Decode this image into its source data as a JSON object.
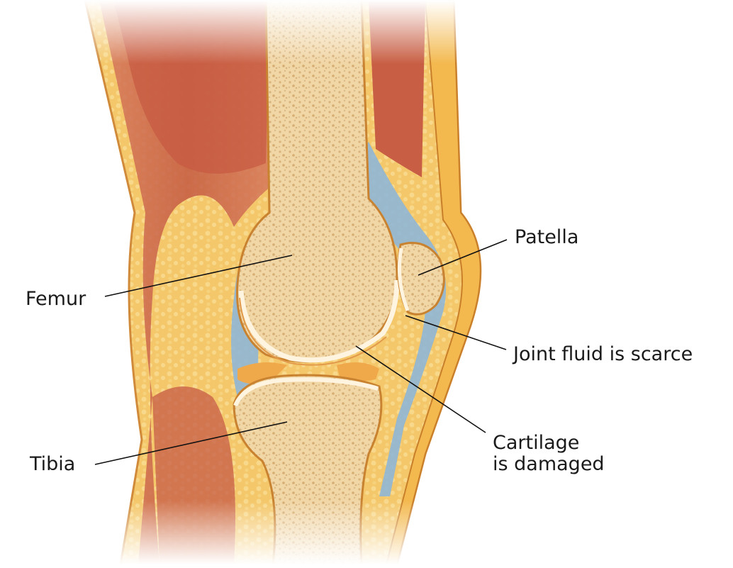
{
  "labels": {
    "femur": "Femur",
    "tibia": "Tibia",
    "patella": "Patella",
    "joint_fluid": "Joint fluid is scarce",
    "cartilage_line1": "Cartilage",
    "cartilage_line2": "is damaged"
  },
  "colors": {
    "muscle": "#c9634a",
    "fat": "#f2c46a",
    "bone": "#f1d6a6",
    "bone_pores": "#d9b47c",
    "cartilage": "#fff4e0",
    "fluid_blue": "#8fb6d6",
    "outline": "#c9822f",
    "leader_line": "#111111"
  }
}
